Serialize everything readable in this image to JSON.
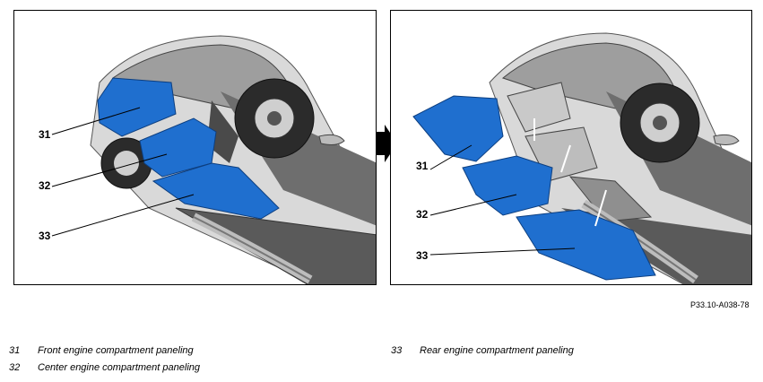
{
  "reference_code": "P33.10-A038-78",
  "panels": {
    "left": {
      "callouts": [
        {
          "num": "31"
        },
        {
          "num": "32"
        },
        {
          "num": "33"
        }
      ]
    },
    "right": {
      "callouts": [
        {
          "num": "31"
        },
        {
          "num": "32"
        },
        {
          "num": "33"
        }
      ]
    }
  },
  "legend": [
    {
      "num": "31",
      "text": "Front engine compartment paneling"
    },
    {
      "num": "32",
      "text": "Center engine compartment paneling"
    },
    {
      "num": "33",
      "text": "Rear engine compartment paneling"
    }
  ],
  "colors": {
    "panel_blue": "#1f6fcf",
    "body_grey": "#8a8a8a"
  }
}
